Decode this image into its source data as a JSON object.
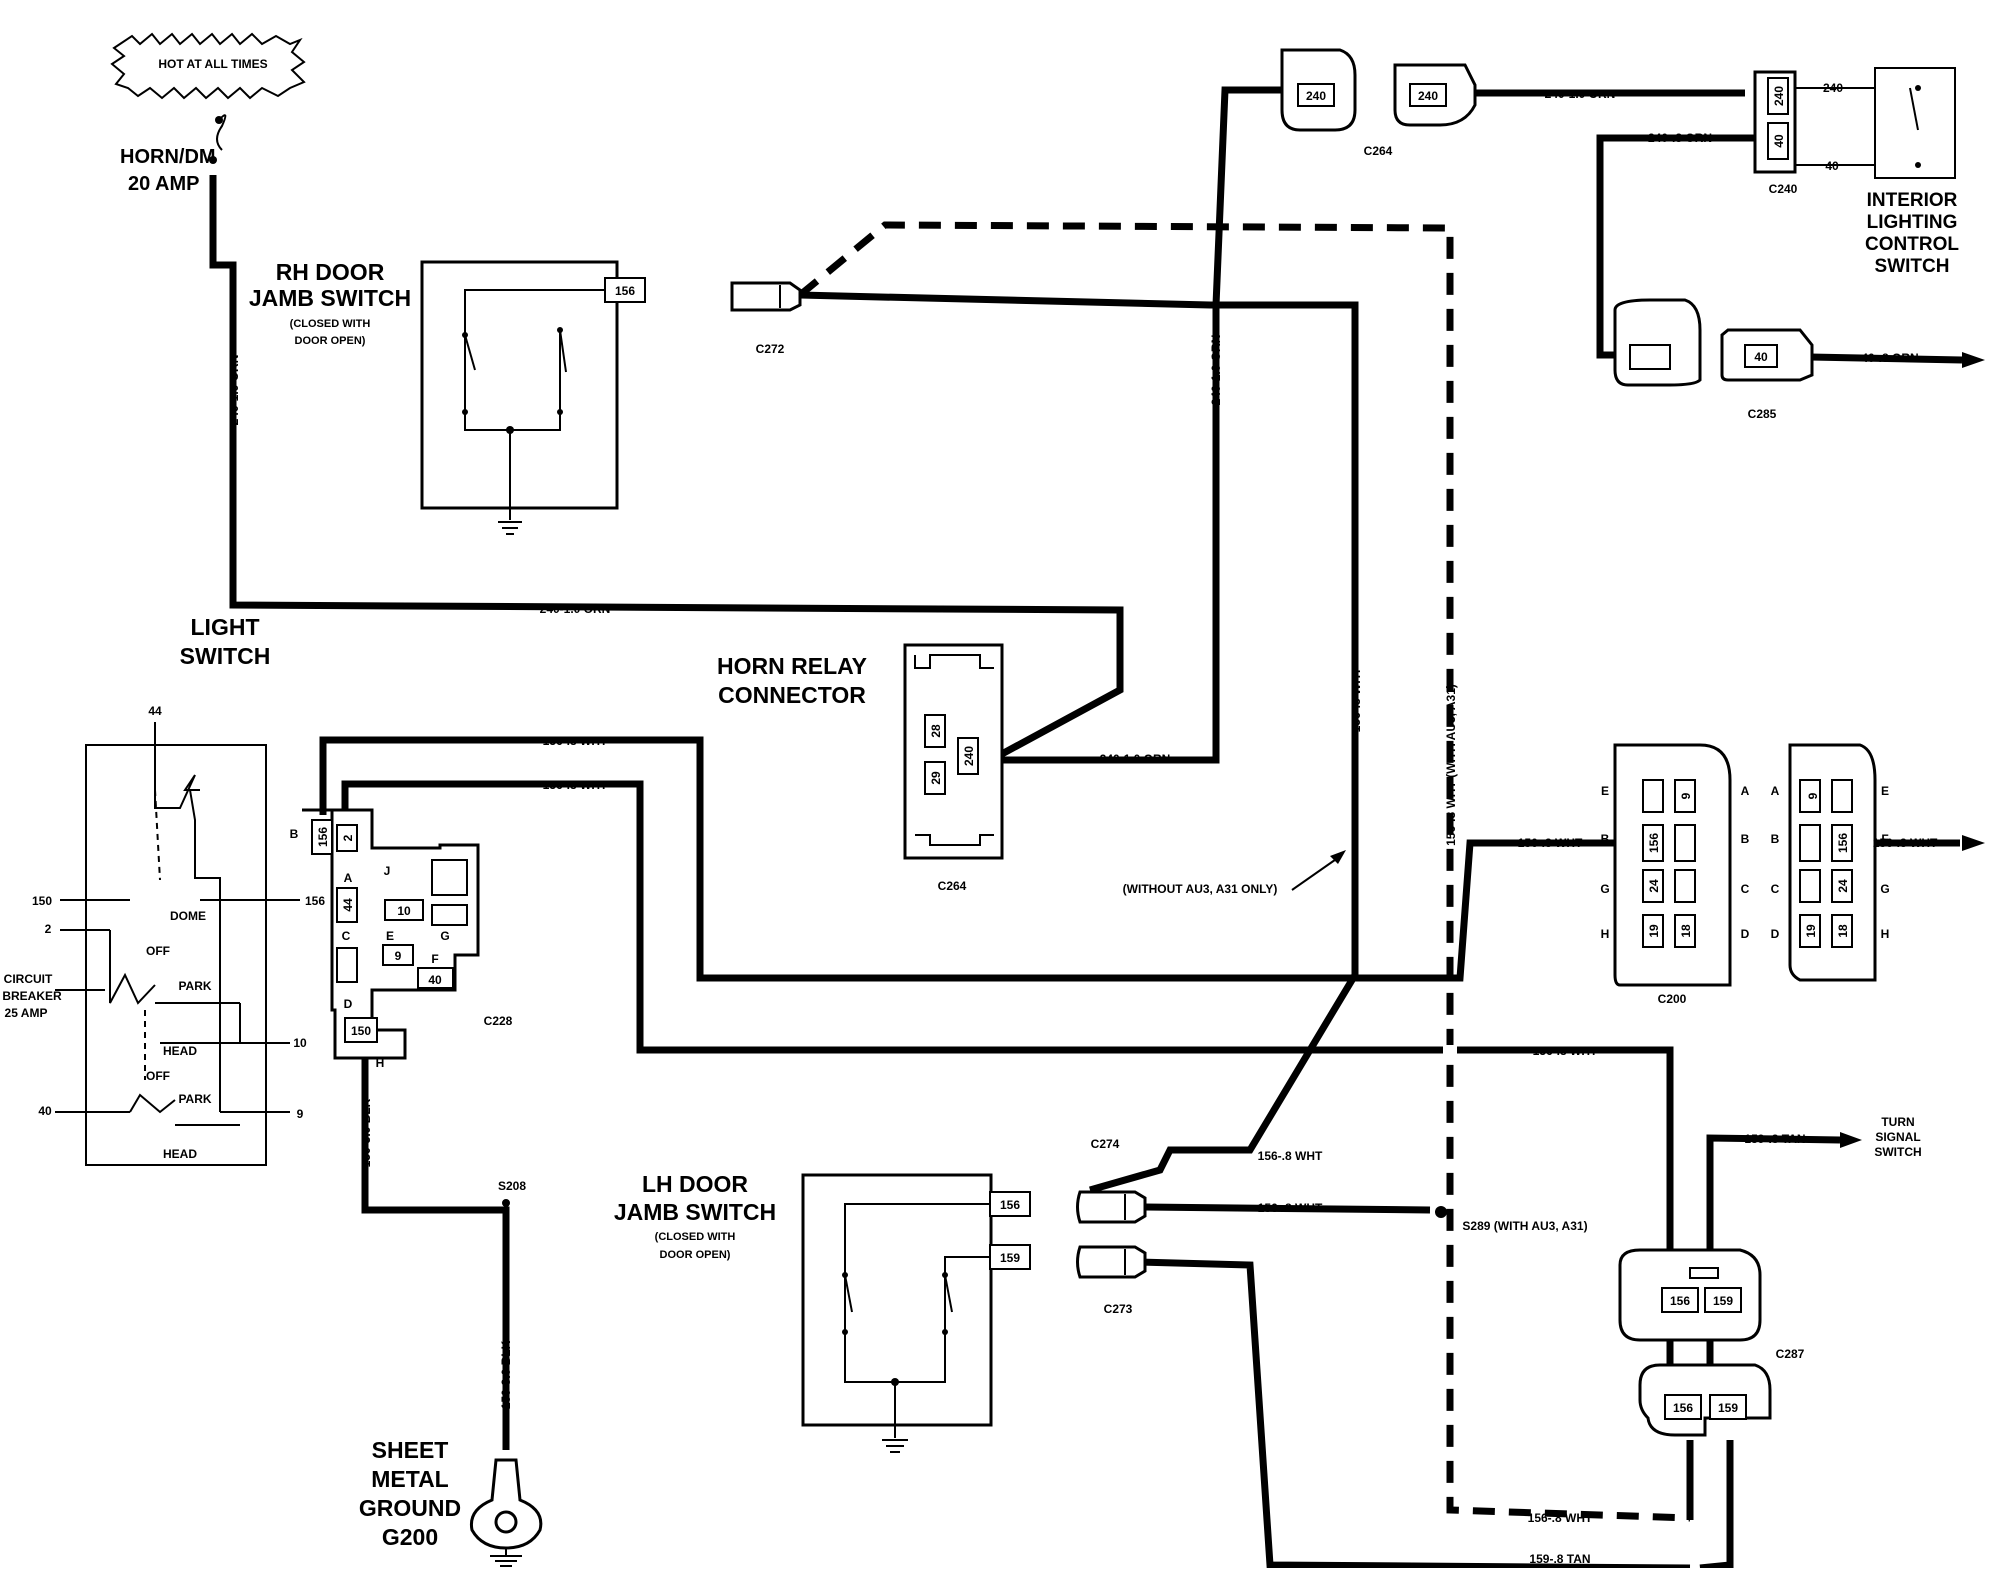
{
  "fuse": {
    "burst": "HOT AT ALL TIMES",
    "name": "HORN/DM",
    "rating": "20 AMP"
  },
  "components": {
    "rh_switch": {
      "line1": "RH DOOR",
      "line2": "JAMB SWITCH",
      "note1": "(CLOSED WITH",
      "note2": "DOOR OPEN)"
    },
    "lh_switch": {
      "line1": "LH DOOR",
      "line2": "JAMB SWITCH",
      "note1": "(CLOSED WITH",
      "note2": "DOOR OPEN)"
    },
    "light_switch": {
      "line1": "LIGHT",
      "line2": "SWITCH"
    },
    "horn_relay": {
      "line1": "HORN RELAY",
      "line2": "CONNECTOR"
    },
    "interior_switch": {
      "line1": "INTERIOR",
      "line2": "LIGHTING",
      "line3": "CONTROL",
      "line4": "SWITCH"
    },
    "ground": {
      "line1": "SHEET",
      "line2": "METAL",
      "line3": "GROUND",
      "line4": "G200"
    },
    "turn_signal": {
      "line1": "TURN",
      "line2": "SIGNAL",
      "line3": "SWITCH"
    },
    "circuit_breaker": {
      "line1": "CIRCUIT",
      "line2": "BREAKER",
      "line3": "25 AMP"
    }
  },
  "connectors": {
    "c272": "C272",
    "c264a": "C264",
    "c264b": "C264",
    "c240": "C240",
    "c285": "C285",
    "c228": "C228",
    "c200": "C200",
    "c274": "C274",
    "c273": "C273",
    "c287": "C287",
    "s208": "S208",
    "s289": "S289 (WITH AU3, A31)"
  },
  "wires": {
    "orn1": "240-1.0 ORN",
    "orn2": "240-1.0 ORN",
    "orn3": "240-1.0 ORN",
    "orn4": "240-1.0 ORN",
    "orn5": "240-1.0 ORN",
    "orn6": "240-.8 ORN",
    "orn7": "40-.8 ORN",
    "wht1": "156-.8 WHT",
    "wht2": "156-.8 WHT",
    "wht3": "156-.8 WHT",
    "wht4": "156-.8 WHT",
    "wht5": "156-.8 WHT",
    "wht6": "156-.8 WHT",
    "wht7": "156-.8 WHT",
    "wht8": "156-.8 WHT",
    "wht9": "156-.8 WHT",
    "wht_au3": "156-.8 WHT (WITH AU3, A31)",
    "tan1": "159-.8 TAN",
    "tan2": "159-.8 TAN",
    "blk1": "150-3.0 BLK",
    "blk2": "150-3.0 BLK",
    "without_note": "(WITHOUT AU3, A31 ONLY)"
  },
  "pins": {
    "p240a": "240",
    "p240b": "240",
    "p240c": "240",
    "p240d": "240",
    "p240e": "240",
    "p40a": "40",
    "p40b": "40",
    "p156a": "156",
    "p156b": "156",
    "p156c": "156",
    "p156d": "156",
    "p156e": "156",
    "p156f": "156",
    "p159a": "159",
    "p159b": "159",
    "p159c": "159",
    "p28": "28",
    "p29": "29",
    "p2": "2",
    "p44": "44",
    "p10": "10",
    "p9": "9",
    "p40c": "40",
    "p150": "150",
    "c200_pins": [
      "9",
      "24",
      "19",
      "18",
      "9",
      "24",
      "19",
      "18"
    ]
  },
  "c228_letters": [
    "B",
    "A",
    "J",
    "C",
    "E",
    "G",
    "F",
    "D",
    "H"
  ],
  "c200_letters": [
    "E",
    "B",
    "G",
    "H",
    "A",
    "B",
    "C",
    "D",
    "A",
    "B",
    "C",
    "D",
    "E",
    "F",
    "G",
    "H"
  ],
  "light_switch_labels": {
    "t44": "44",
    "t150": "150",
    "t2": "2",
    "t156": "156",
    "t10": "10",
    "t40": "40",
    "t9": "9",
    "dome": "DOME",
    "off1": "OFF",
    "park1": "PARK",
    "head1": "HEAD",
    "off2": "OFF",
    "park2": "PARK",
    "head2": "HEAD"
  }
}
